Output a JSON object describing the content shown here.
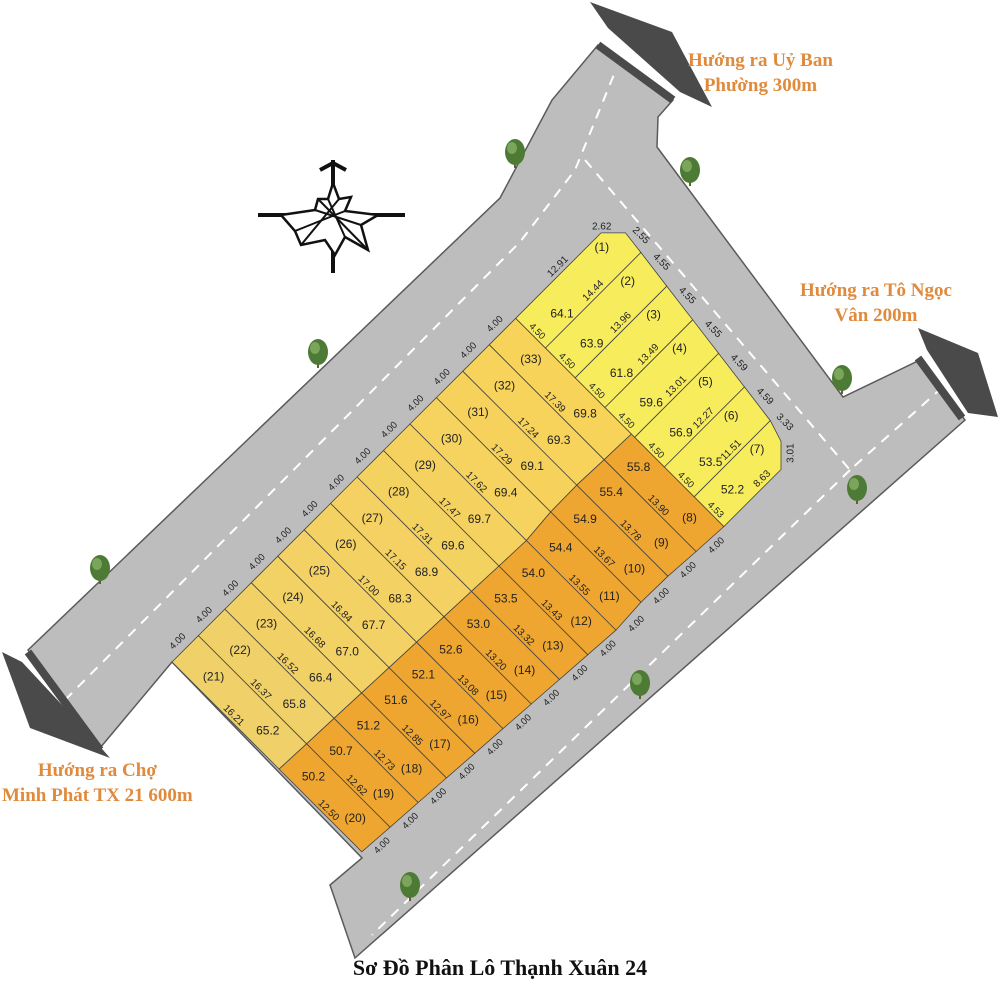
{
  "title": "Sơ Đồ Phân Lô Thạnh Xuân 24",
  "directions": {
    "uy_ban": [
      "Hướng ra Uỷ Ban",
      "Phường 300m"
    ],
    "to_ngoc_van": [
      "Hướng ra Tô Ngọc",
      "Vân 200m"
    ],
    "cho_minh_phat": [
      "Hướng ra Chợ",
      "Minh Phát TX 21 600m"
    ]
  },
  "colors": {
    "road": "#BDBDBD",
    "road_edge": "#5a5a5a",
    "arrow": "#4a4a4a",
    "corner_lots": "#F7EC5C",
    "front_lots": "#F8D35A",
    "rear_lots": "#EFA630",
    "direction_text": "#E08A3C"
  },
  "frontage_label": "4.00",
  "front_row": {
    "lots": [
      {
        "lot": "(21)",
        "area": "65.2"
      },
      {
        "lot": "(22)",
        "area": "65.8"
      },
      {
        "lot": "(23)",
        "area": "66.4"
      },
      {
        "lot": "(24)",
        "area": "67.0"
      },
      {
        "lot": "(25)",
        "area": "67.7"
      },
      {
        "lot": "(26)",
        "area": "68.3"
      },
      {
        "lot": "(27)",
        "area": "68.9"
      },
      {
        "lot": "(28)",
        "area": "69.6"
      },
      {
        "lot": "(29)",
        "area": "69.7"
      },
      {
        "lot": "(30)",
        "area": "69.4"
      },
      {
        "lot": "(31)",
        "area": "69.1"
      },
      {
        "lot": "(32)",
        "area": "69.3"
      },
      {
        "lot": "(33)",
        "area": "69.8"
      }
    ],
    "depths": [
      "16.21",
      "16.37",
      "16.52",
      "16.68",
      "16.84",
      "17.00",
      "17.15",
      "17.31",
      "17.47",
      "17.62",
      "17.29",
      "17.24",
      "17.39"
    ]
  },
  "rear_row": {
    "lots": [
      {
        "lot": "(20)",
        "area": "50.2"
      },
      {
        "lot": "(19)",
        "area": "50.7"
      },
      {
        "lot": "(18)",
        "area": "51.2"
      },
      {
        "lot": "(17)",
        "area": "51.6"
      },
      {
        "lot": "(16)",
        "area": "52.1"
      },
      {
        "lot": "(15)",
        "area": "52.6"
      },
      {
        "lot": "(14)",
        "area": "53.0"
      },
      {
        "lot": "(13)",
        "area": "53.5"
      },
      {
        "lot": "(12)",
        "area": "54.0"
      },
      {
        "lot": "(11)",
        "area": "54.4"
      },
      {
        "lot": "(10)",
        "area": "54.9"
      },
      {
        "lot": "(9)",
        "area": "55.4"
      },
      {
        "lot": "(8)",
        "area": "55.8"
      }
    ],
    "depths": [
      "12.50",
      "12.62",
      "12.73",
      "12.85",
      "12.97",
      "13.08",
      "13.20",
      "13.32",
      "13.43",
      "13.55",
      "13.67",
      "13.78",
      "13.90"
    ]
  },
  "corner_block": {
    "lots": [
      {
        "lot": "(1)",
        "area": "64.1"
      },
      {
        "lot": "(2)",
        "area": "63.9"
      },
      {
        "lot": "(3)",
        "area": "61.8"
      },
      {
        "lot": "(4)",
        "area": "59.6"
      },
      {
        "lot": "(5)",
        "area": "56.9"
      },
      {
        "lot": "(6)",
        "area": "53.5"
      },
      {
        "lot": "(7)",
        "area": "52.2"
      }
    ],
    "lengths": [
      "12.91",
      "14.44",
      "13.96",
      "13.49",
      "13.01",
      "12.27",
      "11.51",
      "8.63"
    ],
    "widths": [
      "4.50",
      "4.50",
      "4.50",
      "4.50",
      "4.50",
      "4.50",
      "4.53"
    ],
    "outer_edges": {
      "top_chamfer": "2.62",
      "sides": [
        "2.55",
        "4.55",
        "4.55",
        "4.55",
        "4.59",
        "4.59",
        "3.33"
      ],
      "bottom_chamfer": "3.01"
    }
  },
  "trees": 8,
  "compass": "north-arrow-rose"
}
